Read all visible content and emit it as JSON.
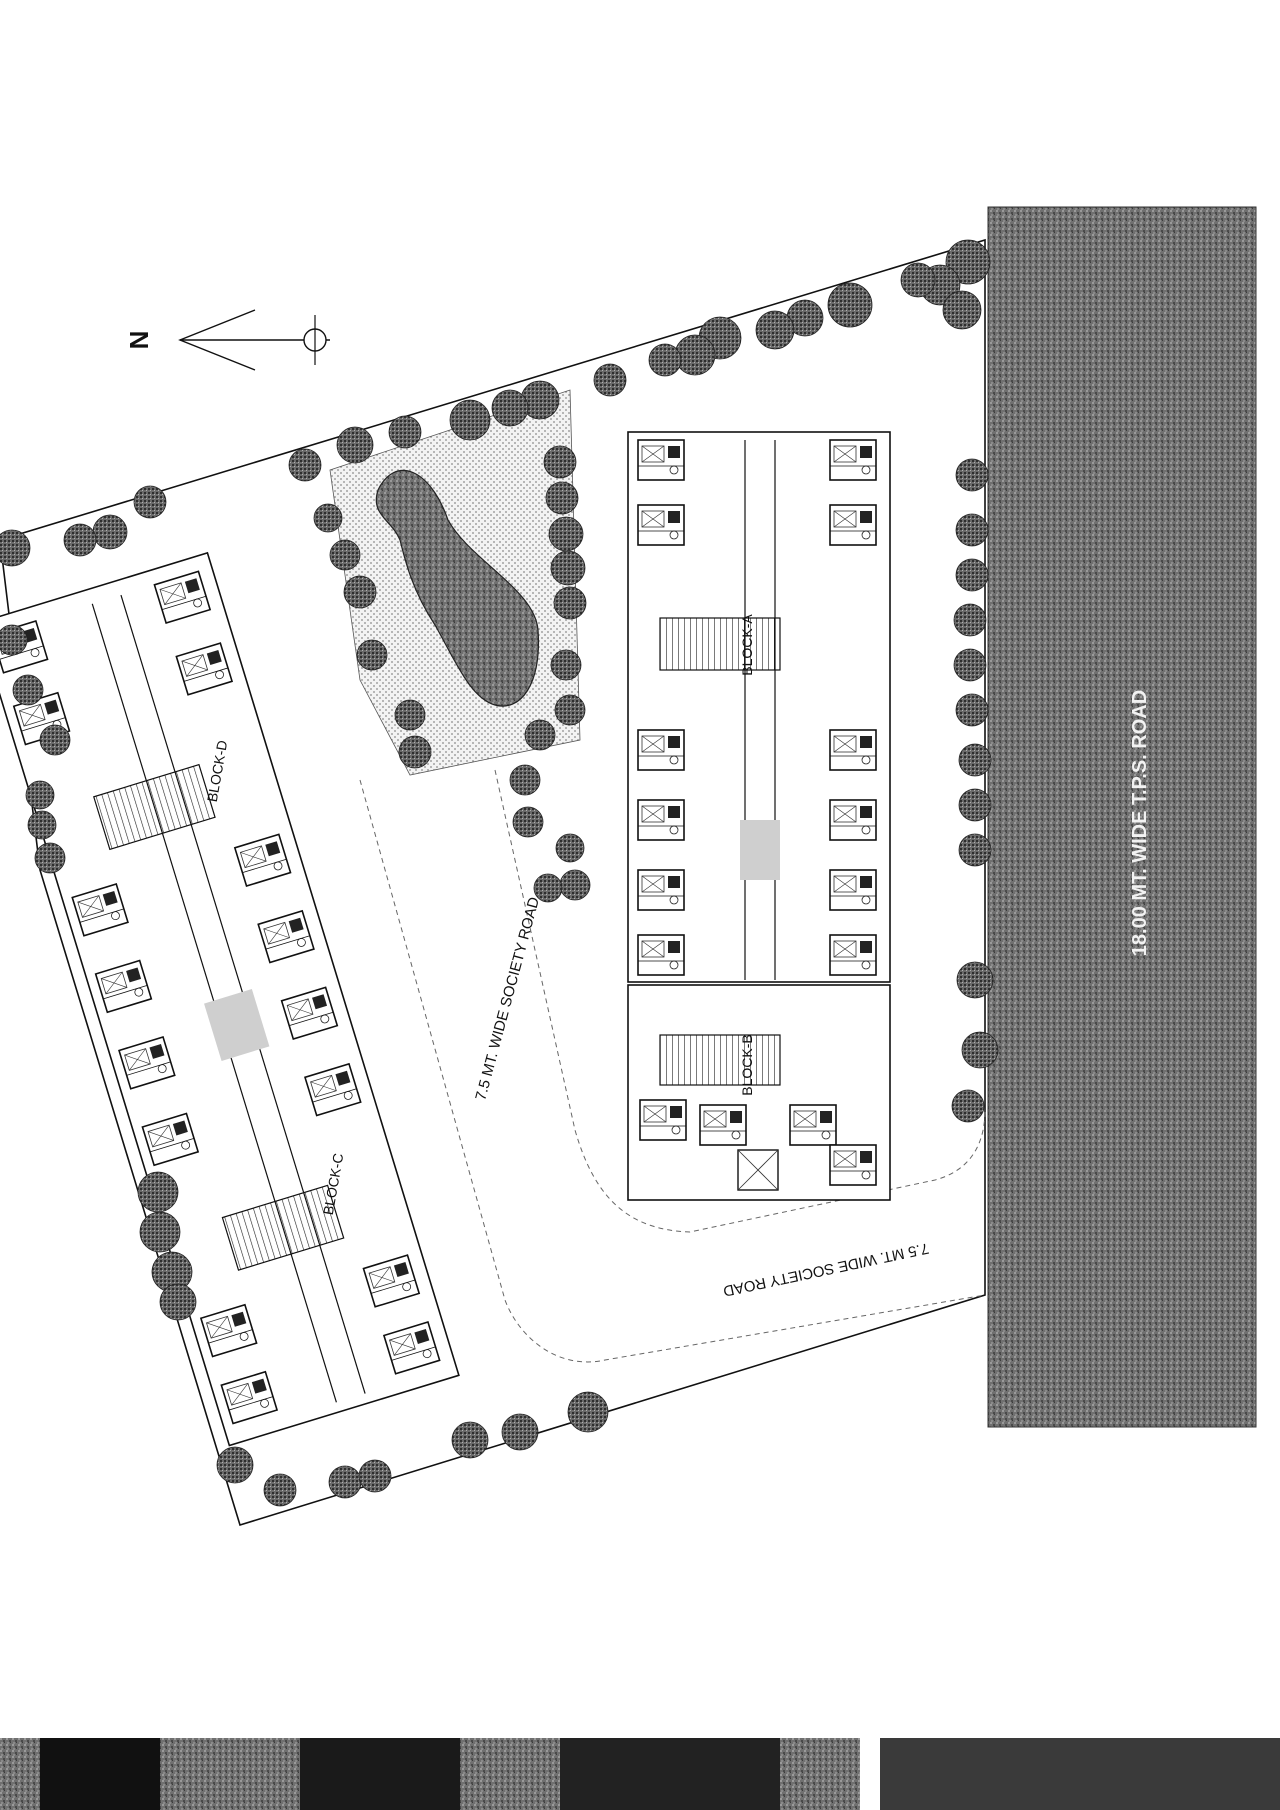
{
  "site_plan": {
    "north_label": "N",
    "main_road_label": "18.00 MT. WIDE T.P.S. ROAD",
    "society_road_label": "7.5 MT. WIDE SOCIETY ROAD",
    "society_road_label_2": "7.5 MT. WIDE SOCIETY ROAD",
    "blocks": [
      {
        "id": "a",
        "label": "BLOCK-A"
      },
      {
        "id": "b",
        "label": "BLOCK-B"
      },
      {
        "id": "c",
        "label": "BLOCK-C"
      },
      {
        "id": "d",
        "label": "BLOCK-D"
      }
    ]
  },
  "colors": {
    "road": "#6f6f6f",
    "pond": "#4a4a4a",
    "garden": "#e4e4e4",
    "tree": "#555555",
    "ink": "#111111"
  }
}
